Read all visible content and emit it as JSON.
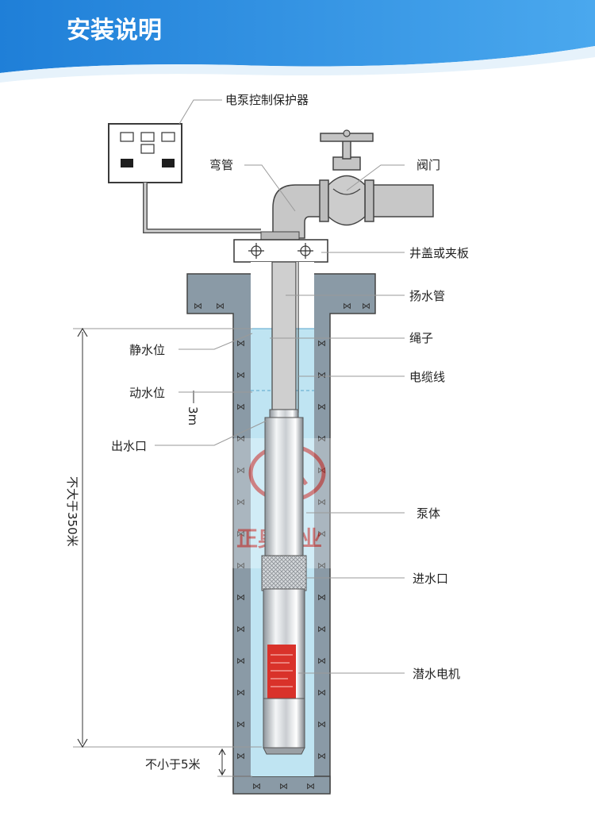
{
  "header": {
    "title": "安装说明",
    "bg_color": "#2a8ee0"
  },
  "labels": {
    "controller": "电泵控制保护器",
    "elbow": "弯管",
    "valve": "阀门",
    "well_cover": "井盖或夹板",
    "riser_pipe": "扬水管",
    "rope": "绳子",
    "static_level": "静水位",
    "cable": "电缆线",
    "dynamic_level": "动水位",
    "three_m": "3m",
    "outlet": "出水口",
    "pump_body": "泵体",
    "max_depth": "不大于350米",
    "inlet": "进水口",
    "motor": "潜水电机",
    "min_bottom": "不小于5米"
  },
  "watermark": {
    "brand_cn": "正奥泵业",
    "brand_small": "上奥"
  },
  "colors": {
    "well_wall": "#8a9aa6",
    "water": "#bfe4f2",
    "pipe": "#c9c9c9",
    "motor_label": "#d9322a"
  },
  "icons": [
    "crosshair-icon",
    "hatch-pattern-icon",
    "double-arrow-icon"
  ]
}
